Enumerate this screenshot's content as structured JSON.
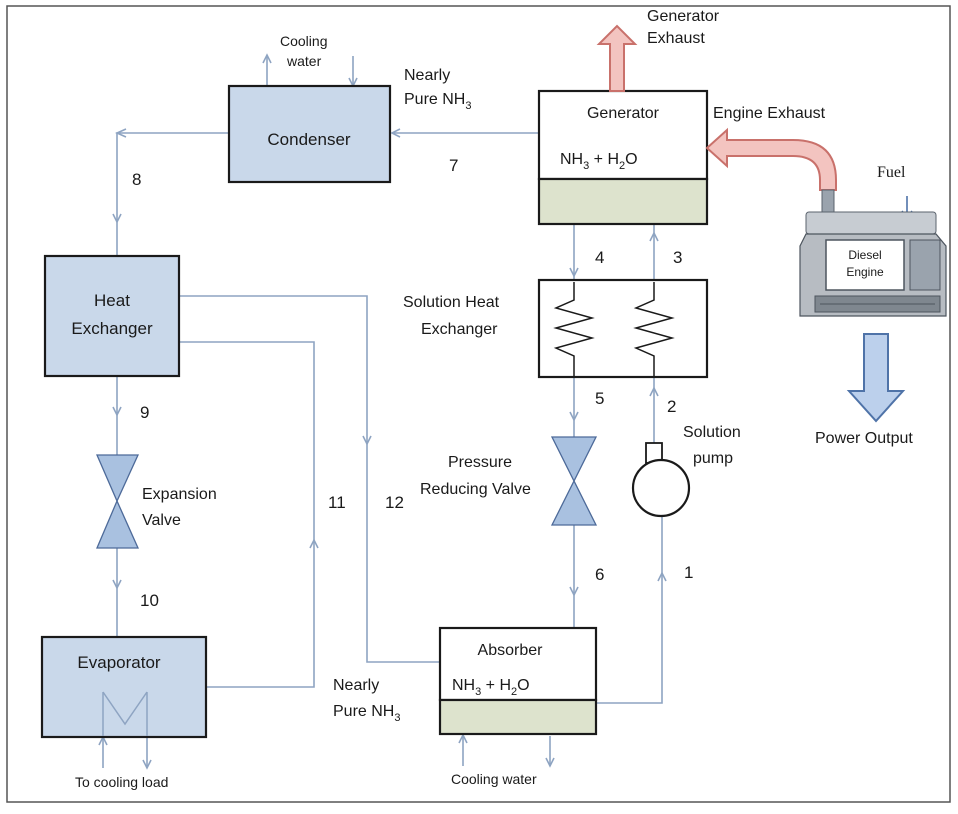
{
  "components": {
    "condenser": "Condenser",
    "generator": "Generator",
    "generator_mix": [
      "NH",
      "3",
      " + H",
      "2",
      "O"
    ],
    "heat_exchanger": [
      "Heat",
      "Exchanger"
    ],
    "solution_heat_exchanger": [
      "Solution  Heat",
      "Exchanger"
    ],
    "absorber": "Absorber",
    "absorber_mix": [
      "NH",
      "3",
      " + H",
      "2",
      "O"
    ],
    "evaporator": "Evaporator",
    "expansion_valve": [
      "Expansion",
      "Valve"
    ],
    "pressure_reducing_valve": [
      "Pressure",
      "Reducing Valve"
    ],
    "solution_pump": [
      "Solution",
      "pump"
    ],
    "diesel_engine": [
      "Diesel",
      "Engine"
    ]
  },
  "labels": {
    "cooling_water_top": [
      "Cooling",
      "water"
    ],
    "nearly_pure_top": [
      "Nearly",
      "Pure NH",
      "3"
    ],
    "nearly_pure_bottom": [
      "Nearly",
      "Pure NH",
      "3"
    ],
    "generator_exhaust": [
      "Generator",
      "Exhaust"
    ],
    "engine_exhaust": "Engine  Exhaust",
    "fuel": "Fuel",
    "power_output": "Power Output",
    "to_cooling_load": "To cooling load",
    "cooling_water_bottom": "Cooling water"
  },
  "state_points": {
    "p1": "1",
    "p2": "2",
    "p3": "3",
    "p4": "4",
    "p5": "5",
    "p6": "6",
    "p7": "7",
    "p8": "8",
    "p9": "9",
    "p10": "10",
    "p11": "11",
    "p12": "12"
  },
  "colors": {
    "component_fill": "#c9d8ea",
    "solution_sump": "#dde3cd",
    "flow_line": "#8ea4c2",
    "exhaust": "#f3c4c0",
    "power_arrow": "#bcd0ec"
  }
}
